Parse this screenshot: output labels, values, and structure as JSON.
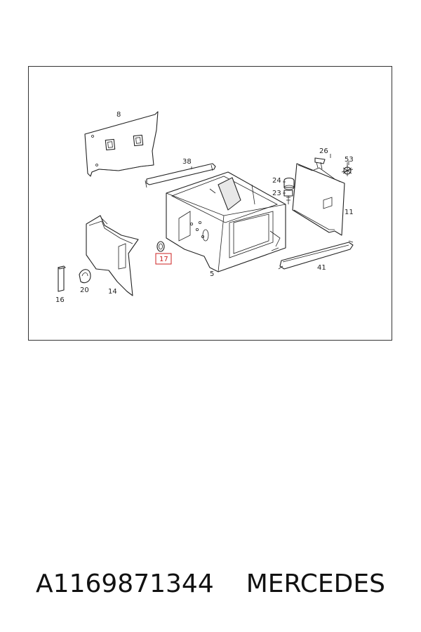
{
  "diagram": {
    "highlight_color": "#cc2222",
    "parts": [
      {
        "id": "p8",
        "label": "8"
      },
      {
        "id": "p38",
        "label": "38"
      },
      {
        "id": "p26",
        "label": "26"
      },
      {
        "id": "p53",
        "label": "53"
      },
      {
        "id": "p24",
        "label": "24"
      },
      {
        "id": "p23",
        "label": "23"
      },
      {
        "id": "p11",
        "label": "11"
      },
      {
        "id": "p17",
        "label": "17",
        "highlighted": true
      },
      {
        "id": "p5",
        "label": "5"
      },
      {
        "id": "p41",
        "label": "41"
      },
      {
        "id": "p16",
        "label": "16"
      },
      {
        "id": "p20",
        "label": "20"
      },
      {
        "id": "p14",
        "label": "14"
      }
    ]
  },
  "footer": {
    "part_number": "A1169871344",
    "brand": "MERCEDES"
  }
}
